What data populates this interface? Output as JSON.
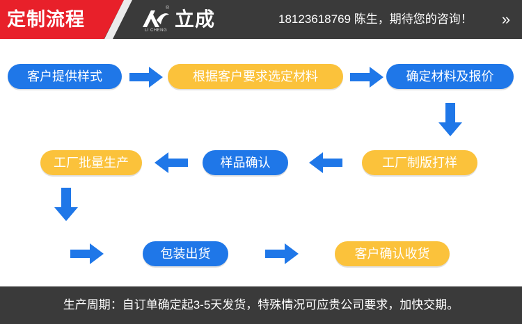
{
  "header": {
    "title": "定制流程",
    "logo_sub": "LI CHENG",
    "logo_reg": "®",
    "logo_text": "立成",
    "contact": "18123618769 陈生，期待您的咨询！",
    "more_glyph": "»",
    "accent_color": "#e8202a",
    "bar_color": "#3a3a3a"
  },
  "flow": {
    "blue_color": "#1f77e8",
    "yellow_color": "#fbc23b",
    "steps": [
      {
        "label": "客户提供样式",
        "style": "blue"
      },
      {
        "label": "根据客户要求选定材料",
        "style": "yellow"
      },
      {
        "label": "确定材料及报价",
        "style": "blue"
      },
      {
        "label": "工厂制版打样",
        "style": "yellow"
      },
      {
        "label": "样品确认",
        "style": "blue"
      },
      {
        "label": "工厂批量生产",
        "style": "yellow"
      },
      {
        "label": "包装出货",
        "style": "blue"
      },
      {
        "label": "客户确认收货",
        "style": "yellow"
      }
    ]
  },
  "footer": {
    "text": "生产周期：自订单确定起3-5天发货，特殊情况可应贵公司要求，加快交期。"
  }
}
